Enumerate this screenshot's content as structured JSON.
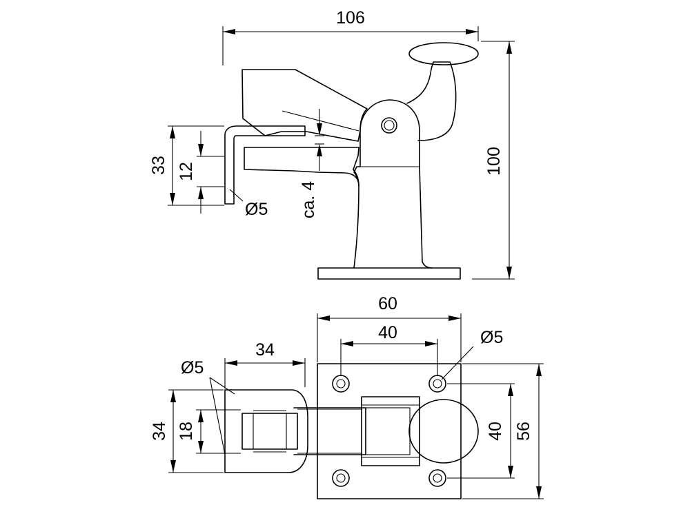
{
  "dimensions": {
    "overall_width": "106",
    "overall_height": "100",
    "hook_height": "33",
    "hook_gap": "12",
    "hook_rod_diameter": "Ø5",
    "gap_approx": "ca. 4",
    "base_width": "60",
    "hole_spacing_x": "40",
    "hole_diameter": "Ø5",
    "hole_spacing_y": "40",
    "base_height": "56",
    "hook_length": "34",
    "catch_width": "34",
    "catch_gap": "18",
    "catch_rod_diameter": "Ø5"
  }
}
